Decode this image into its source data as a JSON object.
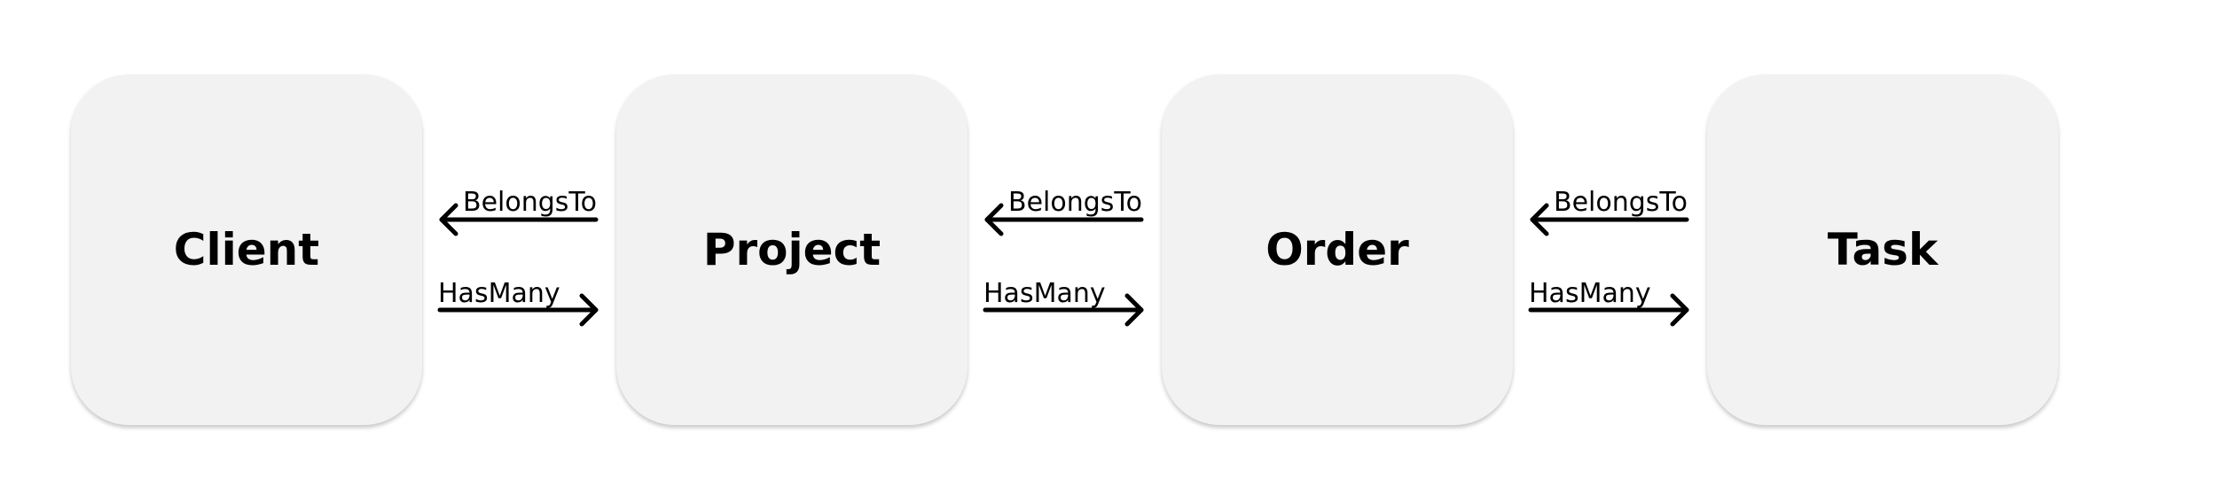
{
  "diagram": {
    "nodes": [
      {
        "id": "client",
        "label": "Client"
      },
      {
        "id": "project",
        "label": "Project"
      },
      {
        "id": "order",
        "label": "Order"
      },
      {
        "id": "task",
        "label": "Task"
      }
    ],
    "edges": [
      {
        "from": "project",
        "to": "client",
        "label": "BelongsTo"
      },
      {
        "from": "client",
        "to": "project",
        "label": "HasMany"
      },
      {
        "from": "order",
        "to": "project",
        "label": "BelongsTo"
      },
      {
        "from": "project",
        "to": "order",
        "label": "HasMany"
      },
      {
        "from": "task",
        "to": "order",
        "label": "BelongsTo"
      },
      {
        "from": "order",
        "to": "task",
        "label": "HasMany"
      }
    ],
    "colors": {
      "node_fill": "#f2f2f2",
      "text": "#000000",
      "arrow": "#000000",
      "background": "#ffffff"
    }
  }
}
